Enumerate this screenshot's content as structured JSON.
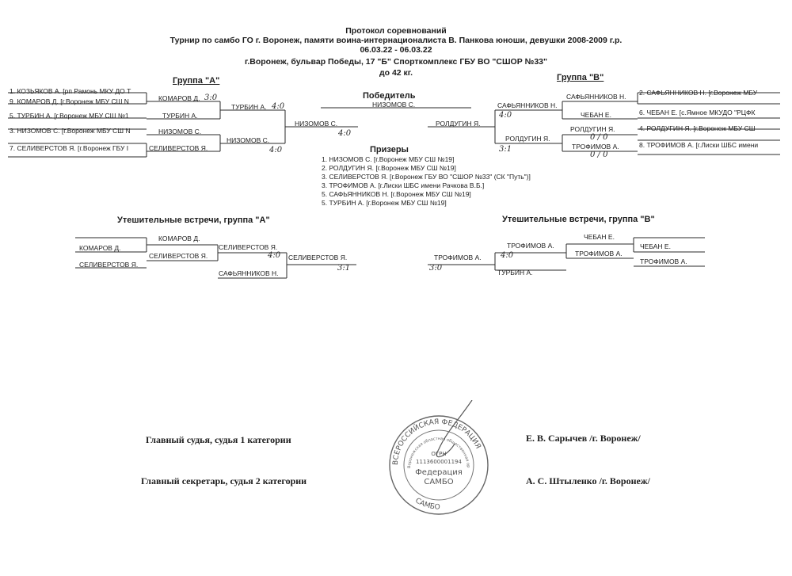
{
  "header": {
    "line1": "Протокол соревнований",
    "line2": "Турнир по самбо ГО г. Воронеж, памяти воина-интернационалиста  В. Панкова юноши, девушки 2008-2009 г.р.",
    "line3": "06.03.22 - 06.03.22",
    "line4": "г.Воронеж, бульвар Победы, 17 \"Б\" Спорткомплекс ГБУ ВО \"СШОР №33\"",
    "line5": "до 42 кг."
  },
  "group_a": {
    "title": "Группа  \"А\"",
    "entrants": [
      "1. КОЗЬЯКОВ А.  [рп Рамонь  МКУ ДО Т",
      "9. КОМАРОВ Д.  [г.Воронеж  МБУ СШ N",
      "5. ТУРБИН А.  [г.Воронеж  МБУ СШ №1",
      "3. НИЗОМОВ С.  [г.Воронеж  МБУ СШ N",
      "7. СЕЛИВЕРСТОВ Я.  [г.Воронеж  ГБУ I"
    ],
    "r1": [
      "КОМАРОВ Д.",
      "ТУРБИН А.",
      "НИЗОМОВ С.",
      "СЕЛИВЕРСТОВ Я."
    ],
    "r1_score": "3:0",
    "r2": [
      "ТУРБИН А.",
      "НИЗОМОВ С."
    ],
    "r2_scores": [
      "4:0",
      "4:0"
    ],
    "final": "НИЗОМОВ С.",
    "final_score": "4:0"
  },
  "group_b": {
    "title": "Группа  \"В\"",
    "entrants": [
      "2. САФЬЯННИКОВ Н.  [г.Воронеж  МБУ",
      "6. ЧЕБАН Е.  [с.Ямное  МКУДО \"РЦФК",
      "4. РОЛДУГИН Я.  [г.Воронеж  МБУ СШ",
      "8. ТРОФИМОВ А.  [г.Лиски  ШБС имени"
    ],
    "r1": [
      "САФЬЯННИКОВ Н.",
      "ЧЕБАН Е.",
      "РОЛДУГИН Я.",
      "ТРОФИМОВ А."
    ],
    "r1_scores": [
      "0 / 0",
      "0 / 0"
    ],
    "r2": [
      "САФЬЯННИКОВ Н.",
      "РОЛДУГИН Я."
    ],
    "r2_scores": [
      "4:0",
      "3:1"
    ],
    "final": "РОЛДУГИН Я."
  },
  "winner": {
    "title": "Победитель",
    "name": "НИЗОМОВ С."
  },
  "prizes": {
    "title": "Призеры",
    "items": [
      "1. НИЗОМОВ С.     [г.Воронеж  МБУ СШ №19]",
      "2. РОЛДУГИН Я.     [г.Воронеж  МБУ СШ №19]",
      "3. СЕЛИВЕРСТОВ Я.    [г.Воронеж  ГБУ ВО \"СШОР №33\" (СК \"Путь\")]",
      "3. ТРОФИМОВ А.     [г.Лиски  ШБС имени Рачкова В.Б.]",
      "5. САФЬЯННИКОВ Н.     [г.Воронеж  МБУ СШ №19]",
      "5. ТУРБИН А.     [г.Воронеж  МБУ СШ №19]"
    ]
  },
  "cons_a": {
    "title": "Утешительные встречи, группа \"А\"",
    "r1": [
      "КОМАРОВ Д.",
      "СЕЛИВЕРСТОВ Я.",
      "КОМАРОВ Д.",
      "СЕЛИВЕРСТОВ Я."
    ],
    "r2": [
      "СЕЛИВЕРСТОВ Я.",
      "САФЬЯННИКОВ Н."
    ],
    "r2_score": "4:0",
    "final": "СЕЛИВЕРСТОВ Я.",
    "final_score": "3:1"
  },
  "cons_b": {
    "title": "Утешительные встречи, группа \"В\"",
    "r1": [
      "ЧЕБАН Е.",
      "ТРОФИМОВ А."
    ],
    "r1_right": [
      "ЧЕБАН Е.",
      "ТРОФИМОВ А."
    ],
    "r2": [
      "ТРОФИМОВ А.",
      "ТУРБИН А."
    ],
    "r2_score": "4:0",
    "final": "ТРОФИМОВ А.",
    "final_score": "3:0"
  },
  "signatures": {
    "chief_judge_title": "Главный судья, судья 1 категории",
    "chief_judge_name": "Е. В. Сарычев /г. Воронеж/",
    "chief_secretary_title": "Главный секретарь, судья 2 категории",
    "chief_secretary_name": "А. С. Штыленко /г. Воронеж/"
  },
  "stamp": {
    "outer_top": "ВСЕРОССИЙСКАЯ ФЕДЕРАЦИЯ",
    "outer_bottom": "САМБО",
    "inner": "Воронежская областная общественная организация",
    "ogrn": "ОГРН",
    "number": "1113600001194",
    "center1": "Федерация",
    "center2": "САМБО"
  }
}
